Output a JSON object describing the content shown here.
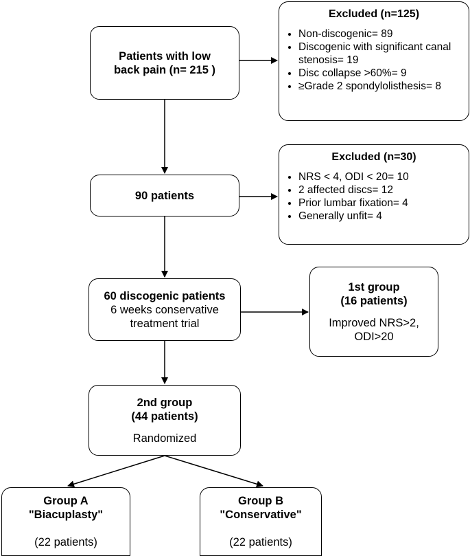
{
  "boxes": {
    "patients": {
      "title": "Patients with low back pain (n= 215 )"
    },
    "excluded1": {
      "title": "Excluded (n=125)",
      "items": [
        "Non-discogenic= 89",
        "Discogenic with significant canal stenosis= 19",
        "Disc collapse >60%= 9",
        "≥Grade 2 spondylolisthesis= 8"
      ]
    },
    "ninety": {
      "title": "90 patients"
    },
    "excluded2": {
      "title": "Excluded (n=30)",
      "items": [
        "NRS < 4, ODI < 20= 10",
        "2 affected discs= 12",
        "Prior lumbar fixation= 4",
        "Generally unfit= 4"
      ]
    },
    "sixty": {
      "title": "60 discogenic patients",
      "line2": "6 weeks conservative",
      "line3": "treatment trial"
    },
    "group1": {
      "title1": "1st group",
      "title2": "(16 patients)",
      "line1": "Improved NRS>2,",
      "line2": "ODI>20"
    },
    "group2": {
      "title1": "2nd group",
      "title2": "(44 patients)",
      "line1": "Randomized"
    },
    "groupA": {
      "title1": "Group A",
      "title2": "\"Biacuplasty\"",
      "line1": "(22 patients)"
    },
    "groupB": {
      "title1": "Group B",
      "title2": "\"Conservative\"",
      "line1": "(22 patients)"
    }
  }
}
